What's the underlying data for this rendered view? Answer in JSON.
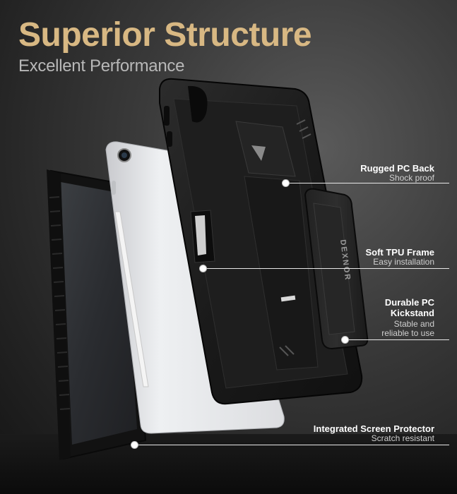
{
  "header": {
    "title": "Superior Structure",
    "subtitle": "Excellent Performance"
  },
  "callouts": [
    {
      "title": "Rugged PC Back",
      "subtitle": "Shock proof"
    },
    {
      "title": "Soft TPU Frame",
      "subtitle": "Easy installation"
    },
    {
      "title": "Durable PC\nKickstand",
      "subtitle": "Stable  and\nreliable to use"
    },
    {
      "title": "Integrated Screen Protector",
      "subtitle": "Scratch resistant"
    }
  ],
  "product": {
    "brand_text": "DEXNOR"
  },
  "colors": {
    "title": "#d8b883",
    "subtitle": "#b8b8b8",
    "callout_title": "#ffffff",
    "callout_subtitle": "#cfcfcf",
    "case": "#1c1c1c",
    "tablet": "#e6e7ea"
  }
}
